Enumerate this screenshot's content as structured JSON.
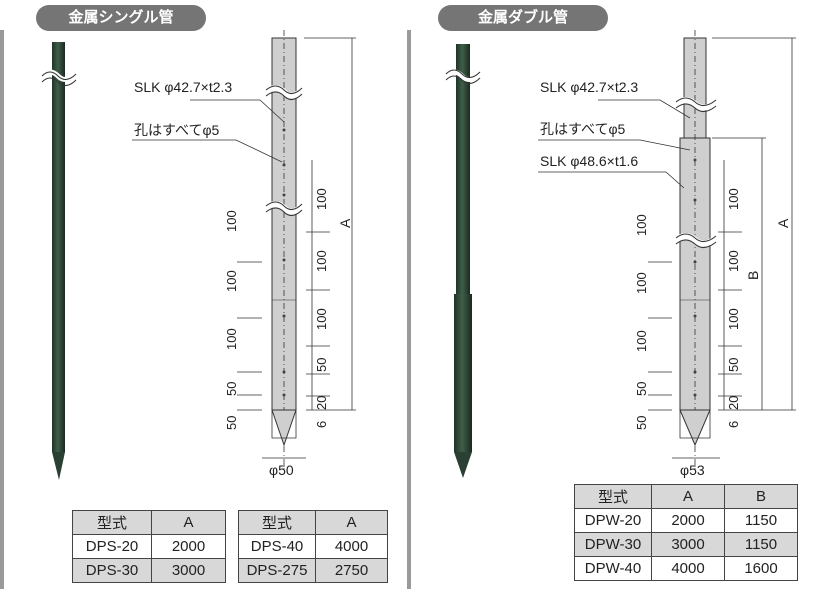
{
  "single": {
    "title": "金属シングル管",
    "label_slk": "SLK φ42.7×t2.3",
    "label_hole": "孔はすべてφ5",
    "dim_left": [
      "100",
      "100",
      "100",
      "50",
      "50"
    ],
    "dim_right": [
      "100",
      "100",
      "100",
      "50",
      "20",
      "6"
    ],
    "dim_A": "A",
    "diameter": "φ50",
    "table1": {
      "headers": [
        "型式",
        "A"
      ],
      "rows": [
        [
          "DPS-20",
          "2000"
        ],
        [
          "DPS-30",
          "3000"
        ]
      ]
    },
    "table2": {
      "headers": [
        "型式",
        "A"
      ],
      "rows": [
        [
          "DPS-40",
          "4000"
        ],
        [
          "DPS-275",
          "2750"
        ]
      ]
    }
  },
  "double": {
    "title": "金属ダブル管",
    "label_slk1": "SLK φ42.7×t2.3",
    "label_hole": "孔はすべてφ5",
    "label_slk2": "SLK φ48.6×t1.6",
    "dim_left": [
      "100",
      "100",
      "100",
      "50",
      "50"
    ],
    "dim_right": [
      "100",
      "100",
      "100",
      "50",
      "20",
      "6"
    ],
    "dim_A": "A",
    "dim_B": "B",
    "diameter": "φ53",
    "table": {
      "headers": [
        "型式",
        "A",
        "B"
      ],
      "rows": [
        [
          "DPW-20",
          "2000",
          "1150"
        ],
        [
          "DPW-30",
          "3000",
          "1150"
        ],
        [
          "DPW-40",
          "4000",
          "1600"
        ]
      ]
    }
  },
  "colors": {
    "title_pill": "#757575",
    "pipe_dark": "#2f4a3a",
    "tube_gray": "#cfcfcf",
    "table_header": "#d8d8d8"
  }
}
